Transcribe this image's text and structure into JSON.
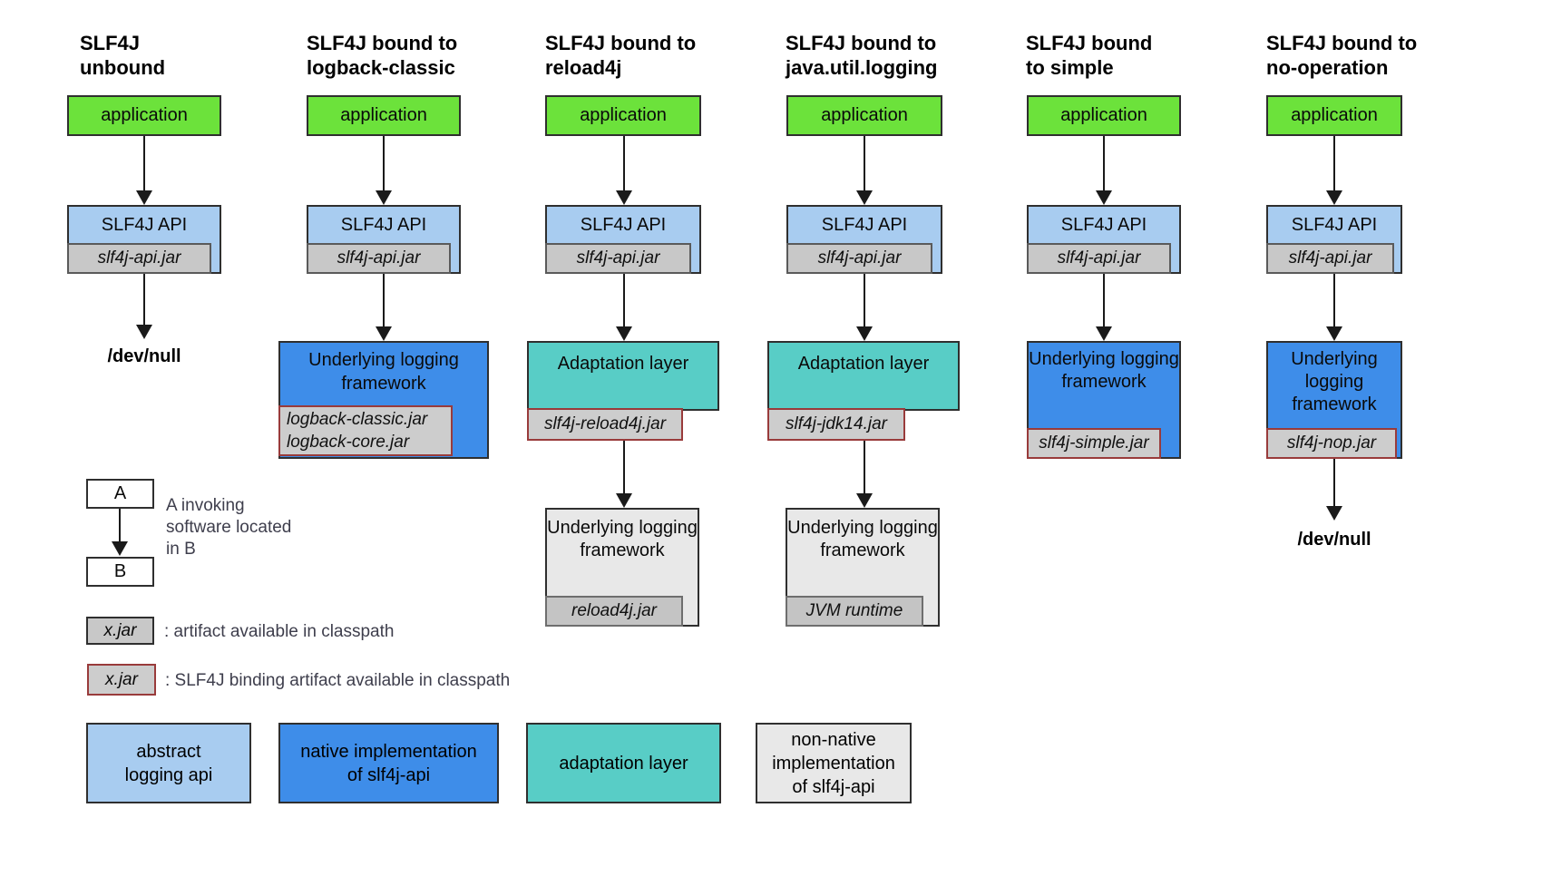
{
  "colors": {
    "application_green": "#6CE23B",
    "api_light_blue": "#A8CCF0",
    "native_blue": "#3E8DE9",
    "adaptation_teal": "#58CDC6",
    "jar_gray": "#C8C8C8",
    "non_native_gray": "#E8E8E8",
    "binding_border_red": "#993B3B"
  },
  "columns": [
    {
      "title": [
        "SLF4J",
        "unbound"
      ],
      "app": "application",
      "api": "SLF4J API",
      "api_jar": "slf4j-api.jar",
      "output": "/dev/null"
    },
    {
      "title": [
        "SLF4J bound to",
        "logback-classic"
      ],
      "app": "application",
      "api": "SLF4J API",
      "api_jar": "slf4j-api.jar",
      "framework": "Underlying logging framework",
      "jars": [
        "logback-classic.jar",
        "logback-core.jar"
      ]
    },
    {
      "title": [
        "SLF4J bound to",
        "reload4j"
      ],
      "app": "application",
      "api": "SLF4J API",
      "api_jar": "slf4j-api.jar",
      "adaptation": "Adaptation layer",
      "adaptation_jar": "slf4j-reload4j.jar",
      "framework": "Underlying logging framework",
      "framework_jar": "reload4j.jar"
    },
    {
      "title": [
        "SLF4J bound to",
        "java.util.logging"
      ],
      "app": "application",
      "api": "SLF4J API",
      "api_jar": "slf4j-api.jar",
      "adaptation": "Adaptation layer",
      "adaptation_jar": "slf4j-jdk14.jar",
      "framework": "Underlying logging framework",
      "framework_jar": "JVM runtime"
    },
    {
      "title": [
        "SLF4J bound",
        "to simple"
      ],
      "app": "application",
      "api": "SLF4J API",
      "api_jar": "slf4j-api.jar",
      "framework": "Underlying logging framework",
      "framework_jar": "slf4j-simple.jar"
    },
    {
      "title": [
        "SLF4J bound to",
        "no-operation"
      ],
      "app": "application",
      "api": "SLF4J API",
      "api_jar": "slf4j-api.jar",
      "framework": "Underlying logging framework",
      "framework_jar": "slf4j-nop.jar",
      "output": "/dev/null"
    }
  ],
  "legend": {
    "invocation": {
      "a": "A",
      "b": "B",
      "lines": [
        "A invoking",
        "software located",
        "in B"
      ]
    },
    "jar_plain": {
      "label": "x.jar",
      "desc": ": artifact available in classpath"
    },
    "jar_binding": {
      "label": "x.jar",
      "desc": ": SLF4J binding artifact available in classpath"
    },
    "categories": [
      {
        "name": "abstract-logging-api",
        "lines": [
          "abstract",
          "logging api"
        ]
      },
      {
        "name": "native-implementation-of-slf4j-api",
        "lines": [
          "native implementation",
          "of slf4j-api"
        ]
      },
      {
        "name": "adaptation-layer",
        "lines": [
          "adaptation layer"
        ]
      },
      {
        "name": "non-native-implementation-of-slf4j-api",
        "lines": [
          "non-native",
          "implementation",
          "of slf4j-api"
        ]
      }
    ]
  }
}
